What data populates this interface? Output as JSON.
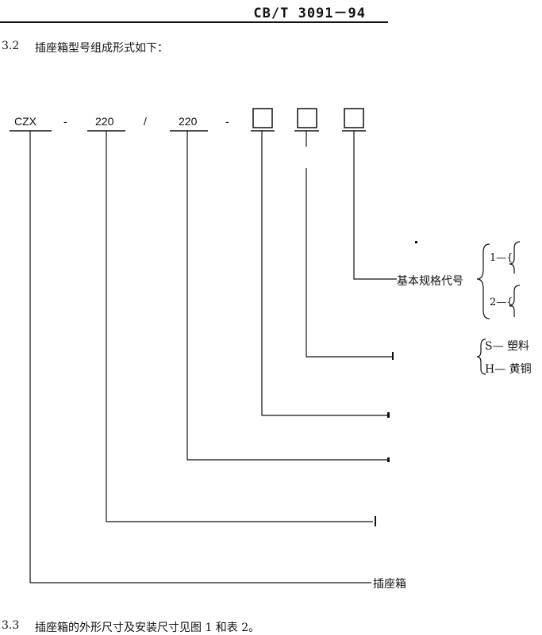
{
  "header": {
    "standard_no": "CB/T 3091－94"
  },
  "section_3_2": {
    "number": "3.2",
    "text": "插座箱型号组成形式如下："
  },
  "model": {
    "prefix": "CZX",
    "sep1": "-",
    "voltage": "220",
    "slash": "/",
    "voltage2": "220",
    "sep2": "-"
  },
  "labels": {
    "basic_spec": "基本规格代号",
    "opt1": "1—{",
    "opt2": "2—{",
    "material_s": "S— 塑料",
    "material_h": "H— 黄铜",
    "socket_box": "插座箱"
  },
  "section_3_3": {
    "number": "3.3",
    "text": "插座箱的外形尺寸及安装尺寸见图 1 和表 2。"
  }
}
